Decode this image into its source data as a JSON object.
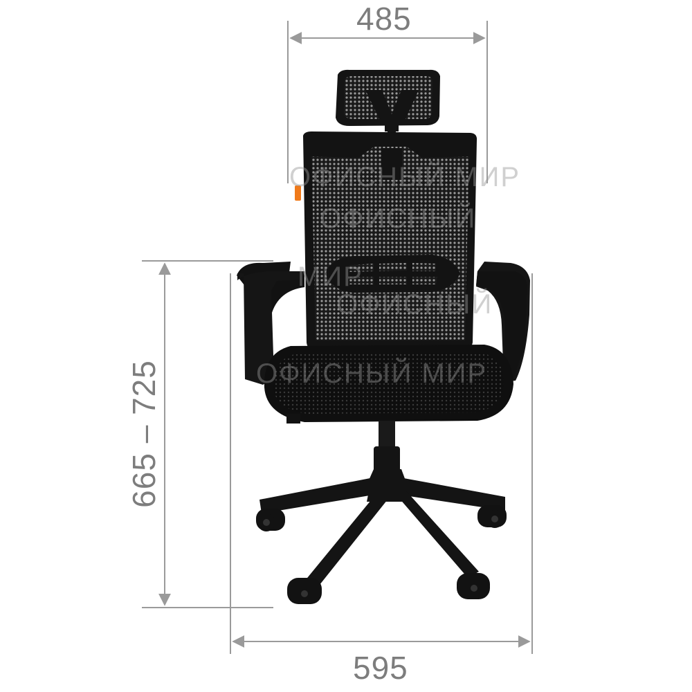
{
  "dimensions": {
    "headrest_width": "485",
    "height_range": "665 – 725",
    "base_width": "595"
  },
  "watermark": {
    "brand_line_1": "ОФИСНЫЙ",
    "brand_line_2": "МИР"
  },
  "colors": {
    "dimension_lines": "#9a9a9a",
    "dimension_text": "#7d7d7d",
    "chair_black": "#121212",
    "mesh_gray": "#8c8c8c",
    "tag_orange": "#f07a1a",
    "watermark": "#9a9a9a"
  },
  "icons": {
    "chair": "office-chair-illustration"
  }
}
